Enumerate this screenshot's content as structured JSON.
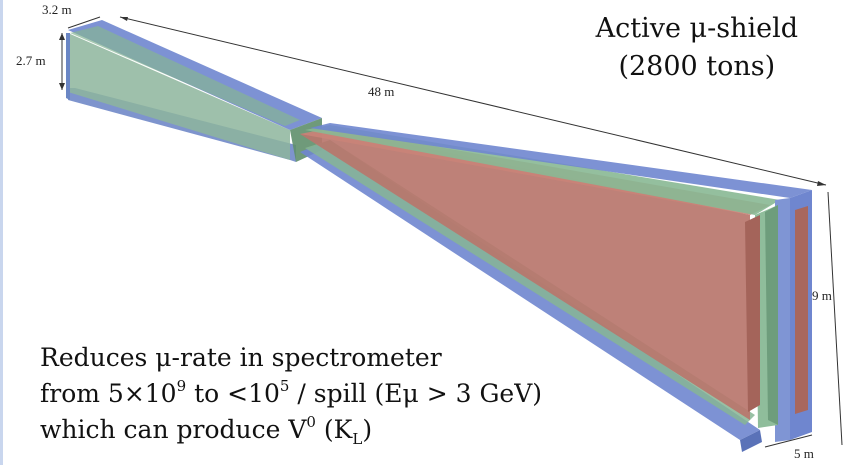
{
  "title": {
    "line1": "Active μ-shield",
    "line2": "(2800 tons)"
  },
  "dimensions": {
    "width_top": "3.2 m",
    "height_left": "2.7 m",
    "length": "48 m",
    "height_right": "9 m",
    "width_bottom": "5 m"
  },
  "description": {
    "line1": "Reduces μ-rate in spectrometer",
    "line2_a": "from 5×10",
    "line2_exp1": "9",
    "line2_b": " to <10",
    "line2_exp2": "5",
    "line2_c": " / spill (Eμ > 3 GeV)",
    "line3_a": "which can  produce V",
    "line3_sup": "0",
    "line3_b": " (K",
    "line3_sub": "L",
    "line3_c": ")"
  },
  "colors": {
    "blue": "#6f86cf",
    "green": "#7faf8e",
    "red": "#b8766c"
  }
}
